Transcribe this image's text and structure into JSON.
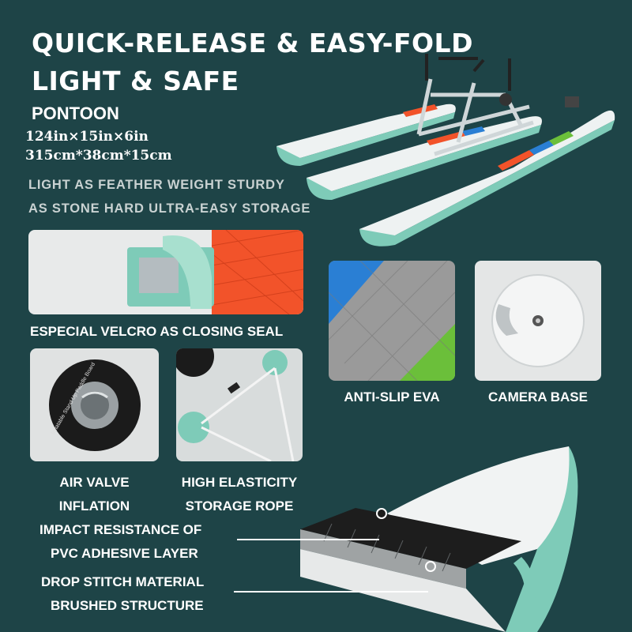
{
  "headline": {
    "line1": "QUICK-RELEASE & EASY-FOLD",
    "line2": "LIGHT & SAFE"
  },
  "specs": {
    "name": "PONTOON",
    "size_in": "124in×15in×6in",
    "size_cm": "315cm*38cm*15cm"
  },
  "tagline": {
    "line1": "LIGHT AS FEATHER WEIGHT STURDY",
    "line2": "AS STONE HARD ULTRA-EASY STORAGE"
  },
  "features": {
    "velcro": "ESPECIAL VELCRO AS CLOSING SEAL",
    "eva": "ANTI-SLIP EVA",
    "camera": "CAMERA BASE",
    "valve_1": "AIR VALVE",
    "valve_2": "INFLATION",
    "rope_1": "HIGH ELASTICITY",
    "rope_2": "STORAGE ROPE",
    "impact_1": "IMPACT RESISTANCE OF",
    "impact_2": "PVC ADHESIVE LAYER",
    "stitch_1": "DROP STITCH MATERIAL",
    "stitch_2": "BRUSHED STRUCTURE"
  },
  "valve_badge_text": "Inflatable Stand Up Paddle Board",
  "colors": {
    "background": "#1e4447",
    "mint": "#7ecbb8",
    "orange": "#f2532a",
    "blue": "#2a7fd4",
    "green": "#6bbf3a",
    "grey_pad": "#9a9a9a"
  }
}
